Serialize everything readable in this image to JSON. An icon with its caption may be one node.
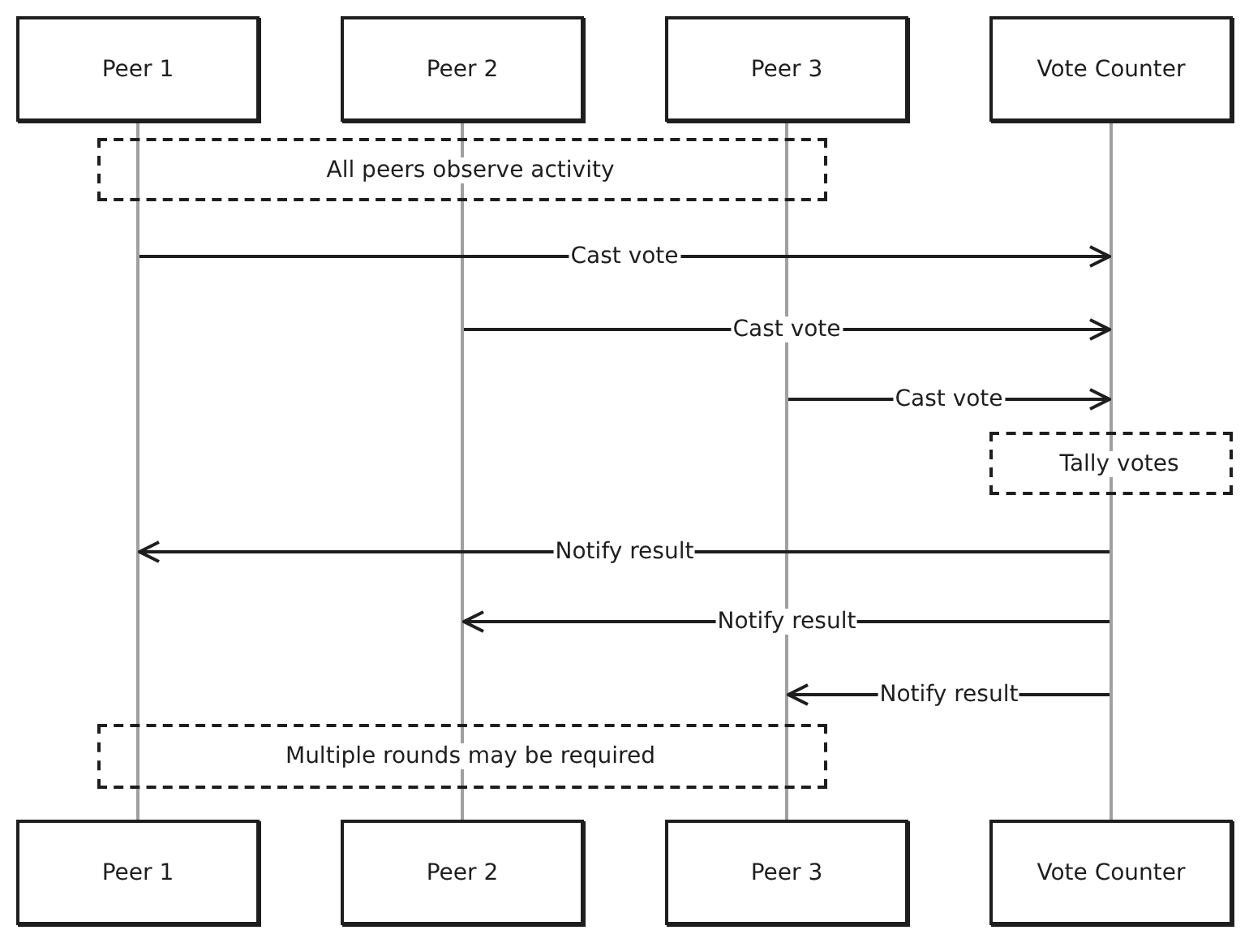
{
  "diagram": {
    "nodes": [
      {
        "text": [
          "Peer 1"
        ]
      },
      {
        "text": [
          "Peer 2"
        ]
      },
      {
        "text": [
          "Peer 3"
        ]
      },
      {
        "text": [
          "Vote Counter"
        ]
      },
      {
        "text": [
          "Peer 1"
        ]
      },
      {
        "text": [
          "Peer 2"
        ]
      },
      {
        "text": [
          "Peer 3"
        ]
      },
      {
        "text": [
          "Vote Counter"
        ]
      },
      {
        "text": [
          "All peers observe activity"
        ]
      },
      {
        "text": [
          "Tally votes"
        ]
      },
      {
        "text": [
          "Multiple rounds may be required"
        ]
      },
      {
        "text": [],
        "shape": "bar"
      },
      {
        "text": [],
        "shape": "bar"
      },
      {
        "text": [],
        "shape": "bar"
      },
      {
        "text": [],
        "shape": "bar"
      }
    ],
    "edges": [
      {
        "from": 11,
        "to": 14,
        "arrow": "to",
        "label": "Cast vote"
      },
      {
        "from": 12,
        "to": 14,
        "arrow": "to",
        "label": "Cast vote"
      },
      {
        "from": 13,
        "to": 14,
        "arrow": "to",
        "label": "Cast vote"
      },
      {
        "from": 14,
        "to": 11,
        "arrow": "to",
        "label": "Notify result"
      },
      {
        "from": 14,
        "to": 12,
        "arrow": "to",
        "label": "Notify result"
      },
      {
        "from": 14,
        "to": 13,
        "arrow": "to",
        "label": "Notify result"
      }
    ]
  }
}
